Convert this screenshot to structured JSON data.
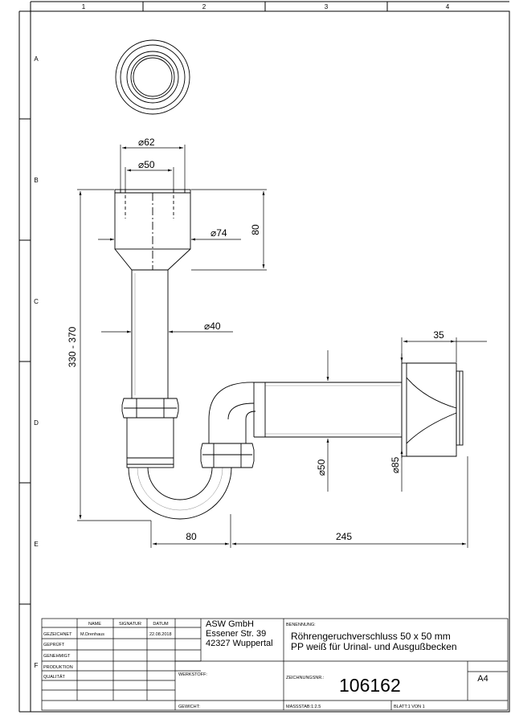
{
  "grid": {
    "columns": [
      "1",
      "2",
      "3",
      "4"
    ],
    "rows": [
      "A",
      "B",
      "C",
      "D",
      "E",
      "F"
    ]
  },
  "dimensions": {
    "d62": "⌀62",
    "d50_top": "⌀50",
    "d74": "⌀74",
    "h80": "80",
    "d40": "⌀40",
    "h330": "330 - 370",
    "w35": "35",
    "d50_side": "⌀50",
    "d85": "⌀85",
    "w80": "80",
    "w245": "245"
  },
  "title_block": {
    "headers": {
      "name": "NAME",
      "signatur": "SIGNATUR",
      "datum": "DATUM"
    },
    "roles": [
      "GEZEICHNET",
      "GEPRÜFT",
      "GENEHMIGT",
      "PRODUKTION",
      "QUALITÄT"
    ],
    "drawn_by": "M.Drenhaus",
    "drawn_date": "22.08.2018",
    "company": [
      "ASW GmbH",
      "Essener Str. 39",
      "42327 Wuppertal"
    ],
    "benennung_label": "BENENNUNG:",
    "benennung": [
      "Röhrengeruchverschluss 50 x 50 mm",
      "PP weiß für Urinal- und Ausgußbecken"
    ],
    "werkstoff_label": "WERKSTOFF:",
    "zeichnungsnr_label": "ZEICHNUNGSNR.:",
    "zeichnungsnr": "106162",
    "format": "A4",
    "gewicht_label": "GEWICHT:",
    "massstab": "MASSSTAB:1:2.5",
    "blatt": "BLATT:1 VON 1"
  }
}
